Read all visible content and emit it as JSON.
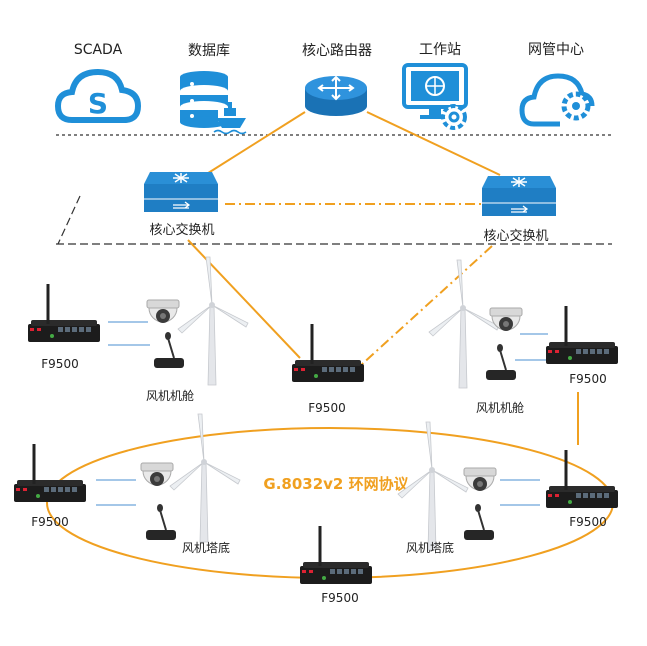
{
  "top_systems": {
    "scada": "SCADA",
    "database": "数据库",
    "core_router": "核心路由器",
    "workstation": "工作站",
    "nms": "网管中心"
  },
  "core_switches": {
    "left": "核心交换机",
    "right": "核心交换机"
  },
  "routers": {
    "nacelle_left": "F9500",
    "center": "F9500",
    "nacelle_right": "F9500",
    "base_left": "F9500",
    "base_right": "F9500",
    "bottom": "F9500"
  },
  "labels": {
    "nacelle_left": "风机机舱",
    "nacelle_right": "风机机舱",
    "base_left": "风机塔底",
    "base_right": "风机塔底",
    "protocol": "G.8032v2 环网协议"
  },
  "colors": {
    "accent_orange": "#f0a020",
    "icon_blue": "#1f8fd8",
    "router_dark": "#1c1c1c"
  }
}
